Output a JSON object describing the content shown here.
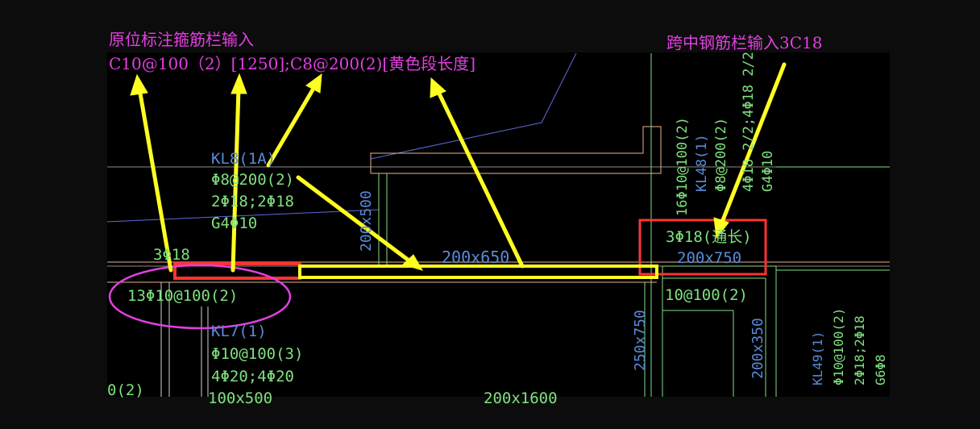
{
  "colors": {
    "cad_green": "#7fe07f",
    "cad_blue": "#5a8ad8",
    "annotation_magenta": "#e040e0",
    "arrow_yellow": "#ffff22",
    "highlight_red": "#ff3333",
    "beam_tan": "#e8b58a"
  },
  "annotations": {
    "left_title": "原位标注箍筋栏输入",
    "left_formula": "C10@100（2）[1250];C8@200(2)[黄色段长度]",
    "right_title": "跨中钢筋栏输入3C18"
  },
  "drawing": {
    "kl8_name": "KL8(1A)",
    "kl8_stirrup": "Φ8@200(2)",
    "kl8_bars": "2Φ18;2Φ18",
    "kl8_side": "G4Φ10",
    "top_left_bar": "3Φ18",
    "circled_stirrup": "13Φ10@100(2)",
    "kl7_name": "KL7(1)",
    "kl7_stirrup": "Φ10@100(3)",
    "kl7_bars": "4Φ20;4Φ20",
    "bottom_left_fragment": "0(2)",
    "bottom_dim_left": "100x500",
    "bottom_dim_mid": "200x1600",
    "dim_200x500": "200x500",
    "dim_200x650": "200x650",
    "midspan_bar": "3Φ18(通长)",
    "dim_200x750": "200x750",
    "stirrup_right": "10@100(2)",
    "dim_250x750": "250x750",
    "dim_200x350": "200x350",
    "vert_16_10": "16Φ10@100(2)",
    "kl48_name": "KL48(1)",
    "kl48_stirrup": "Φ8@200(2)",
    "kl48_bars": "4Φ18 2/2;4Φ18 2/2",
    "kl48_side": "G4Φ10",
    "kl49_name": "KL49(1)",
    "kl49_stirrup": "Φ10@100(2)",
    "kl49_bars": "2Φ18;2Φ18",
    "kl49_side": "G6Φ8"
  }
}
